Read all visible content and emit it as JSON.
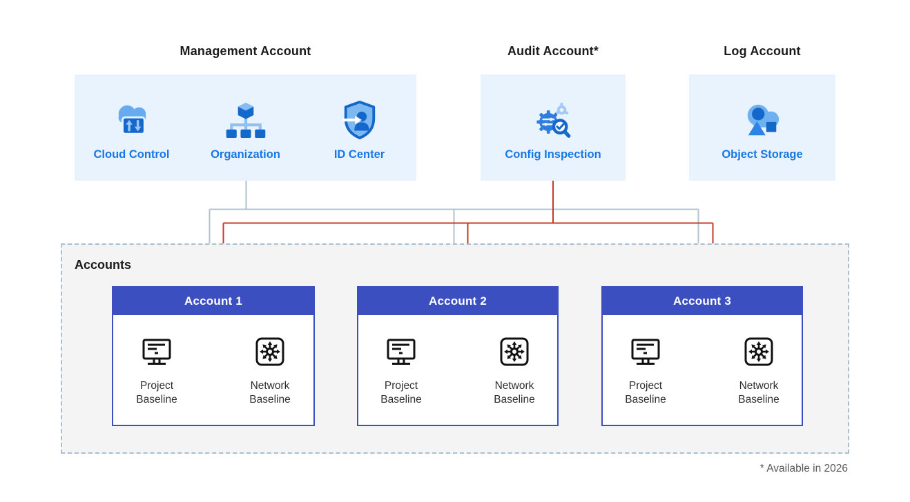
{
  "titles": {
    "management": "Management Account",
    "audit": "Audit Account*",
    "log": "Log Account"
  },
  "management_services": [
    {
      "label": "Cloud Control",
      "icon": "cloud-control-icon"
    },
    {
      "label": "Organization",
      "icon": "organization-icon"
    },
    {
      "label": "ID Center",
      "icon": "id-center-icon"
    }
  ],
  "audit_services": [
    {
      "label": "Config Inspection",
      "icon": "config-inspection-icon"
    }
  ],
  "log_services": [
    {
      "label": "Object Storage",
      "icon": "object-storage-icon"
    }
  ],
  "accounts": {
    "label": "Accounts",
    "cards": [
      {
        "title": "Account 1",
        "items": [
          {
            "label": "Project Baseline",
            "icon": "project-baseline-icon"
          },
          {
            "label": "Network Baseline",
            "icon": "network-baseline-icon"
          }
        ]
      },
      {
        "title": "Account 2",
        "items": [
          {
            "label": "Project Baseline",
            "icon": "project-baseline-icon"
          },
          {
            "label": "Network Baseline",
            "icon": "network-baseline-icon"
          }
        ]
      },
      {
        "title": "Account 3",
        "items": [
          {
            "label": "Project Baseline",
            "icon": "project-baseline-icon"
          },
          {
            "label": "Network Baseline",
            "icon": "network-baseline-icon"
          }
        ]
      }
    ]
  },
  "footnote": "* Available in 2026",
  "colors": {
    "panel_background": "#e9f3fd",
    "service_label_blue": "#1677e8",
    "icon_dark_blue": "#1568cb",
    "icon_light_blue": "#6fb1f0",
    "account_header_blue": "#3b4fc1",
    "management_connector_gray": "#aec3d1",
    "audit_connector_red": "#bf3c26",
    "accounts_zone_background": "#f4f4f5",
    "accounts_zone_border": "#a9bfcf",
    "card_label_text": "#2f2f2f",
    "footnote_text": "#595959"
  }
}
